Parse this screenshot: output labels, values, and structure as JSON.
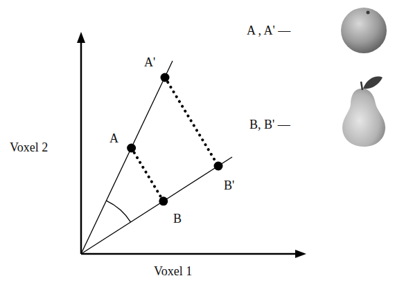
{
  "diagram": {
    "labels": [
      "A'",
      "A",
      "B'",
      "B",
      "Voxel 2",
      "Voxel 1",
      "A , A' —",
      "B, B' —"
    ]
  }
}
